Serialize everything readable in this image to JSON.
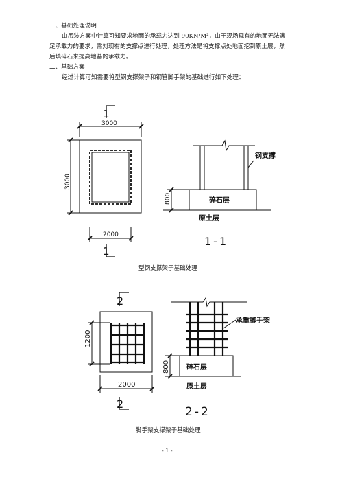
{
  "text": {
    "h1": "一、基础处理说明",
    "p1_line1": "由吊装方案中计算可知要求地面的承载力达到   90KN/M²，由于现场现有的地面无法满",
    "p1_line2": "足承载力的要求，需对现有的支撑点进行处理，处理方法是将支撑点处地面挖到原土层，然",
    "p1_line3": "后填碎石来提高地基的承载力。",
    "h2": "二、基础方案",
    "p2": "经过计算可知需要将型钢支撑架子和钢管脚手架的基础进行如下处理：",
    "caption1": "型钢支撑架子基础处理",
    "caption2": "脚手架支撑架子基础处理",
    "page_number": "- 1 -"
  },
  "drawing1": {
    "section_mark": "1",
    "dim_top": "3000",
    "dim_left": "3000",
    "dim_bottom": "2000",
    "dim_height": "800",
    "label_support": "钢支撑",
    "label_gravel": "碎石层",
    "label_soil": "原土层",
    "section_title": "1-1"
  },
  "drawing2": {
    "section_mark": "2",
    "dim_left": "1200",
    "dim_bottom": "2000",
    "dim_height": "800",
    "label_scaffold": "承重脚手架",
    "label_gravel": "碎石层",
    "label_soil": "原土层",
    "section_title": "2-2"
  }
}
